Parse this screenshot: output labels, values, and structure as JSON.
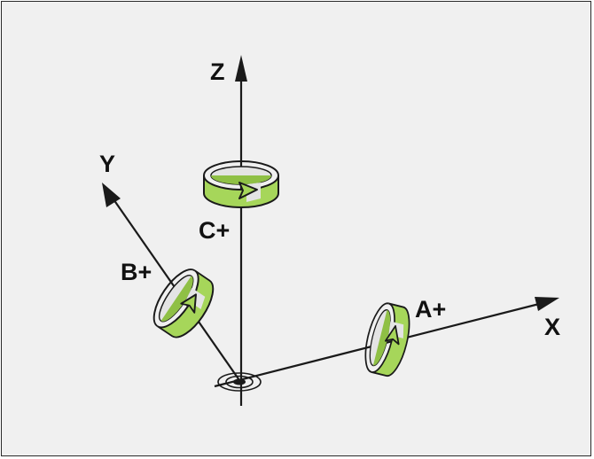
{
  "diagram": {
    "axes": [
      {
        "id": "x",
        "label": "X"
      },
      {
        "id": "y",
        "label": "Y"
      },
      {
        "id": "z",
        "label": "Z"
      }
    ],
    "rotations": [
      {
        "id": "a",
        "label": "A+",
        "axis": "X"
      },
      {
        "id": "b",
        "label": "B+",
        "axis": "Y"
      },
      {
        "id": "c",
        "label": "C+",
        "axis": "Z"
      }
    ],
    "colors": {
      "background": "#f0f0f0",
      "axis": "#1a1a1a",
      "arrow_fill": "#a6d65a",
      "arrow_stroke": "#1a1a1a",
      "border": "#2a2a2a"
    }
  }
}
